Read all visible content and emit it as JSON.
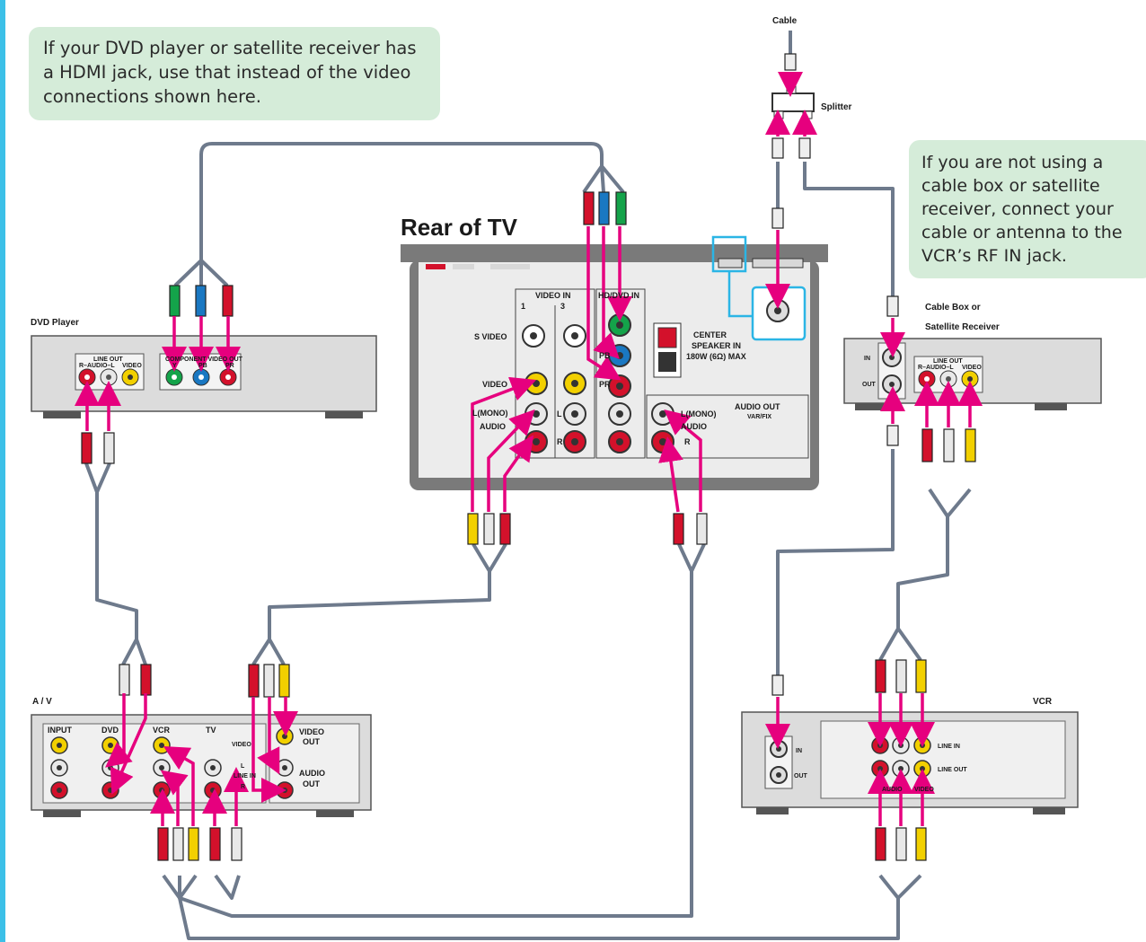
{
  "notes": {
    "hdmi": "If your DVD player or satellite receiver has a HDMI jack, use that instead of the video connections shown here.",
    "antenna": "If you are not using a cable box or satellite receiver, connect your cable or antenna to the VCR’s RF IN jack."
  },
  "labels": {
    "cable": "Cable",
    "splitter": "Splitter",
    "rear_tv": "Rear of TV",
    "dvd_player": "DVD Player",
    "av": "A / V",
    "cable_box_1": "Cable Box or",
    "cable_box_2": "Satellite Receiver",
    "vcr": "VCR"
  },
  "tv_panel": {
    "video_in": "VIDEO IN",
    "hd_dvd_in": "HD/DVD IN",
    "in1": "1",
    "in3": "3",
    "s_video": "S VIDEO",
    "video": "VIDEO",
    "l_mono": "L(MONO)",
    "audio": "AUDIO",
    "r": "R",
    "l": "L",
    "pb": "PB",
    "pr": "PR",
    "center1": "CENTER",
    "center2": "SPEAKER IN",
    "center3": "180W (6Ω) MAX",
    "audio_out": "AUDIO OUT",
    "var_fix": "VAR/FIX",
    "out_l_mono": "L(MONO)",
    "out_audio": "AUDIO",
    "out_r": "R"
  },
  "dvd_panel": {
    "line_out": "LINE OUT",
    "r_audio_l": "R–AUDIO–L",
    "video": "VIDEO",
    "component": "COMPONENT VIDEO OUT",
    "y": "Y",
    "pb": "PB",
    "pr": "PR"
  },
  "av_panel": {
    "input": "INPUT",
    "dvd": "DVD",
    "vcr": "VCR",
    "tv": "TV",
    "video": "VIDEO",
    "l": "L",
    "line_in": "LINE IN",
    "r": "R",
    "video_out_1": "VIDEO",
    "video_out_2": "OUT",
    "audio_out_1": "AUDIO",
    "audio_out_2": "OUT"
  },
  "box_panel": {
    "in": "IN",
    "out": "OUT",
    "line_out": "LINE OUT",
    "r_audio_l": "R–AUDIO–L",
    "video": "VIDEO"
  },
  "vcr_panel": {
    "in": "IN",
    "out": "OUT",
    "line_in": "LINE IN",
    "line_out": "LINE OUT",
    "audio": "AUDIO",
    "video": "VIDEO"
  },
  "colors": {
    "cable": "#6e7a8c",
    "arrow": "#e6007e",
    "device": "#dcdcdc",
    "panel": "#ececec",
    "note": "#d5ecd9",
    "accent": "#3cc0e8"
  }
}
